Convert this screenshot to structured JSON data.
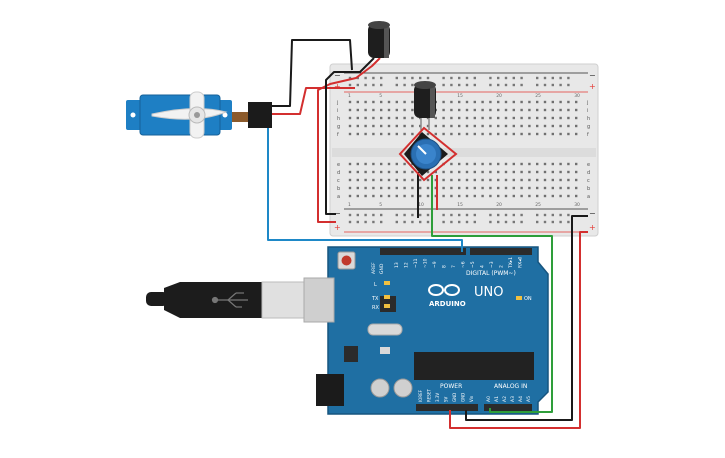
{
  "colors": {
    "board": "#1f6fa3",
    "board_edge": "#17557f",
    "breadboard": "#e9e9e9",
    "rail_red": "#e53935",
    "rail_black": "#222222",
    "wire_red": "#d32f2f",
    "wire_black": "#1a1a1a",
    "wire_green": "#2e9e3a",
    "wire_blue": "#1e88c7",
    "servo_blue": "#1e7fc4",
    "pot_blue": "#2a6fb3"
  },
  "arduino": {
    "brand": "ARDUINO",
    "model": "UNO",
    "digital_label": "DIGITAL (PWM~)",
    "power_label": "POWER",
    "analog_label": "ANALOG IN",
    "on_label": "ON",
    "led_l": "L",
    "led_tx": "TX",
    "led_rx": "RX",
    "aref": "AREF",
    "gnd": "GND",
    "digital_pins": [
      "13",
      "12",
      "~11",
      "~10",
      "~9",
      "8",
      "7",
      "~6",
      "~5",
      "4",
      "~3",
      "2",
      "TX▸1",
      "RX◂0"
    ],
    "power_pins": [
      "IOREF",
      "RESET",
      "3.3V",
      "5V",
      "GND",
      "GND",
      "Vin"
    ],
    "analog_pins": [
      "A0",
      "A1",
      "A2",
      "A3",
      "A4",
      "A5"
    ]
  },
  "breadboard": {
    "row_letters_top": [
      "j",
      "i",
      "h",
      "g",
      "f"
    ],
    "row_letters_bottom": [
      "e",
      "d",
      "c",
      "b",
      "a"
    ],
    "column_numbers": [
      "1",
      "5",
      "10",
      "15",
      "20",
      "25",
      "30"
    ],
    "plus": "+",
    "minus": "−"
  },
  "icons": [
    "usb-plug-icon",
    "servo-icon",
    "capacitor-icon",
    "potentiometer-icon"
  ]
}
